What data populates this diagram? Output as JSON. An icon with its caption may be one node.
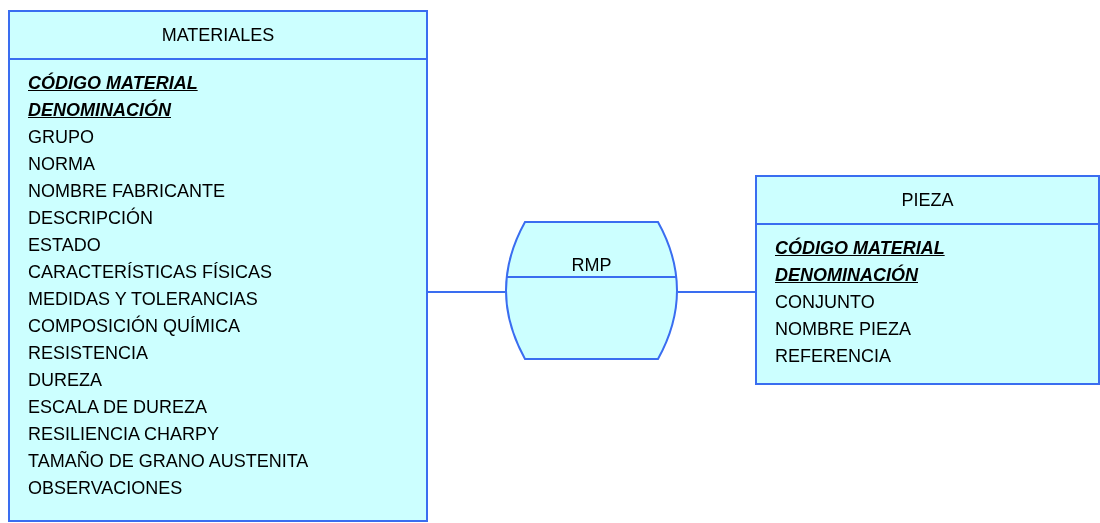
{
  "diagram": {
    "nodes": [
      {
        "text": [
          "MATERIALES",
          "CÓDIGO MATERIAL",
          "DENOMINACIÓN",
          "GRUPO",
          "NORMA",
          "NOMBRE FABRICANTE",
          "DESCRIPCIÓN",
          "ESTADO",
          "CARACTERÍSTICAS FÍSICAS",
          "MEDIDAS Y TOLERANCIAS",
          "COMPOSICIÓN QUÍMICA",
          "RESISTENCIA",
          "DUREZA",
          "ESCALA DE DUREZA",
          "RESILIENCIA CHARPY",
          "TAMAÑO DE GRANO AUSTENITA",
          "OBSERVACIONES"
        ]
      },
      {
        "text": [
          "RMP"
        ]
      },
      {
        "text": [
          "PIEZA",
          "CÓDIGO MATERIAL",
          "DENOMINACIÓN",
          "CONJUNTO",
          "NOMBRE PIEZA",
          "REFERENCIA"
        ]
      }
    ],
    "edges": [
      {
        "from": 0,
        "to": 1,
        "arrow": "none"
      },
      {
        "from": 1,
        "to": 2,
        "arrow": "none"
      }
    ]
  }
}
